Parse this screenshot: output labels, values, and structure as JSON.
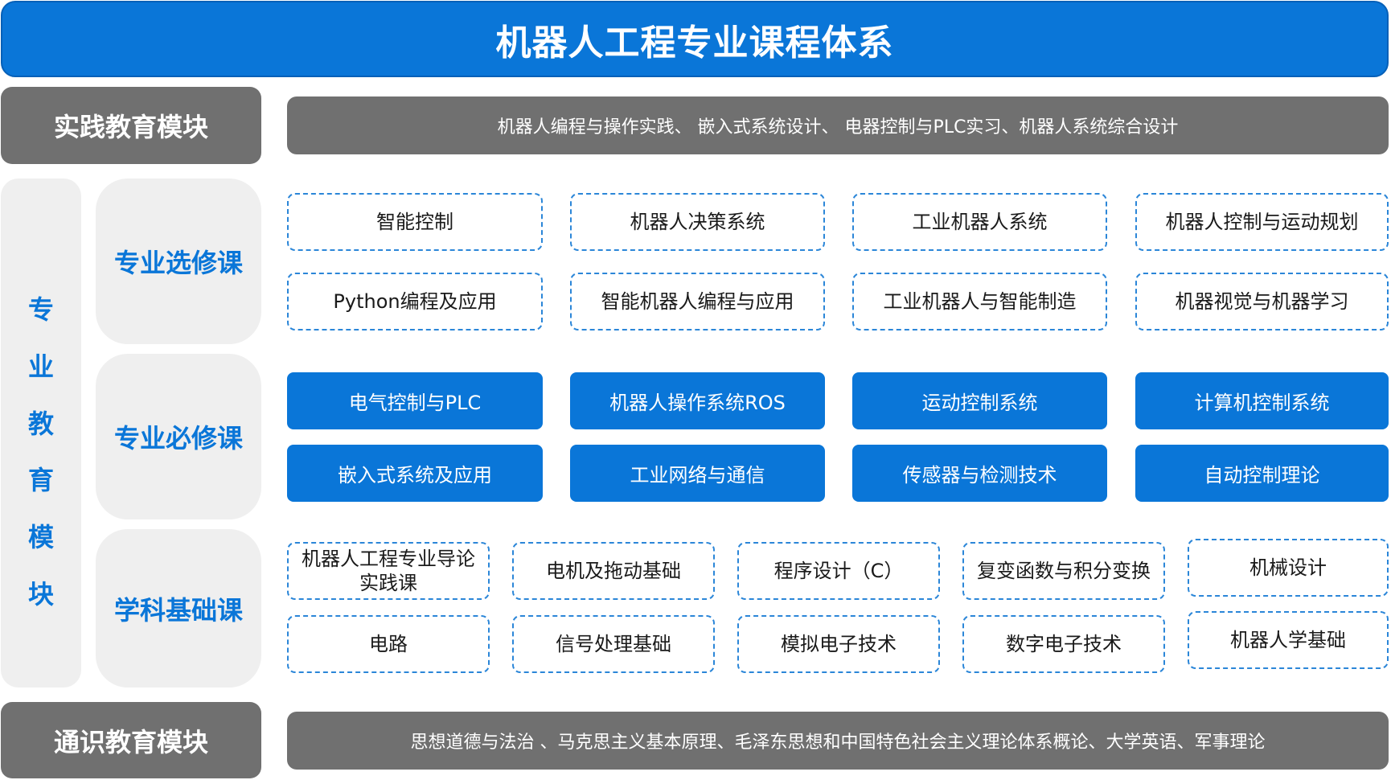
{
  "title": "机器人工程专业课程体系",
  "practice": {
    "label": "实践教育模块",
    "courses": "机器人编程与操作实践、 嵌入式系统设计、 电器控制与PLC实习、机器人系统综合设计"
  },
  "major": {
    "label_chars": [
      "专",
      "业",
      "教",
      "育",
      "模",
      "块"
    ],
    "elective": {
      "label": "专业选修课",
      "courses": [
        "智能控制",
        "机器人决策系统",
        "工业机器人系统",
        "机器人控制与运动规划",
        "Python编程及应用",
        "智能机器人编程与应用",
        "工业机器人与智能制造",
        "机器视觉与机器学习"
      ]
    },
    "required": {
      "label": "专业必修课",
      "courses": [
        "电气控制与PLC",
        "机器人操作系统ROS",
        "运动控制系统",
        "计算机控制系统",
        "嵌入式系统及应用",
        "工业网络与通信",
        "传感器与检测技术",
        "自动控制理论"
      ]
    },
    "foundation": {
      "label": "学科基础课",
      "courses": [
        "机器人工程专业导论实践课",
        "电机及拖动基础",
        "程序设计（C）",
        "复变函数与积分变换",
        "机械设计",
        "电路",
        "信号处理基础",
        "模拟电子技术",
        "数字电子技术",
        "机器人学基础"
      ]
    }
  },
  "general": {
    "label": "通识教育模块",
    "courses": "思想道德与法治 、马克思主义基本原理、毛泽东思想和中国特色社会主义理论体系概论、大学英语、军事理论"
  },
  "colors": {
    "blue": "#0a76d8",
    "gray": "#707070",
    "light_gray": "#efefef"
  }
}
